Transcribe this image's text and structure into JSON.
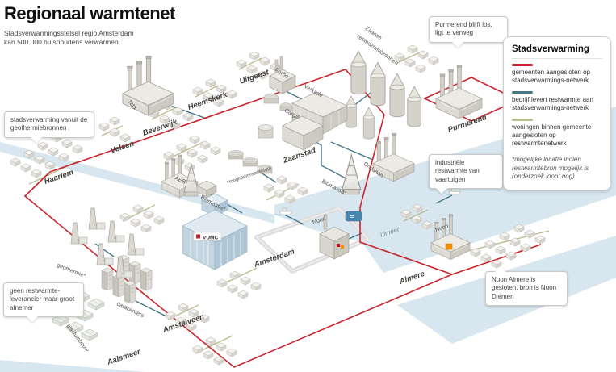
{
  "title": "Regionaal warmtenet",
  "subtitle": {
    "line1": "Stadsverwarmingsstelsel regio Amsterdam",
    "line2": "kan 500.000 huishoudens verwarmen."
  },
  "legend": {
    "title": "Stadsverwarming",
    "items": [
      {
        "label": "gemeenten aangesloten op stadsverwarmings-netwerk",
        "color": "#c9252c"
      },
      {
        "label": "bedrijf levert restwarmte aan stadsverwarmings-netwerk",
        "color": "#46798a"
      },
      {
        "label": "woningen binnen gemeente aangesloten op restwarmtenetwerk",
        "color": "#b9bd8f"
      }
    ],
    "note": "*mogelijke locatie indien restwarmtebron mogelijk is (onderzoek loopt nog)"
  },
  "callouts": {
    "purmerend": "Purmerend blijft los, ligt te verweg",
    "geothermie": "stadsverwarming vanuit de geothermiebronnen",
    "vaartuigen": "industriële restwarmte van vaartuigen",
    "afnemer": "geen restwarmte-leverancier maar groot afnemer",
    "nuon_almere": "Nuon Almere is gesloten, bron is Nuon Diemen"
  },
  "map": {
    "cities": {
      "haarlem": "Haarlem",
      "velsen": "Velsen",
      "beverwijk": "Beverwijk",
      "heemskerk": "Heemskerk",
      "uitgeest": "Uitgeest",
      "zaanstad": "Zaanstad",
      "amsterdam": "Amsterdam",
      "amstelveen": "Amstelveen",
      "aalsmeer": "Aalsmeer",
      "almere": "Almere",
      "purmerend": "Purmerend"
    },
    "labels": {
      "tata": "Tata",
      "forbo": "Forbo",
      "verkade": "Verkade",
      "cargill": "Cargill",
      "zaanse_line1": "Zaanse",
      "zaanse_line2": "restwarmtebronnen",
      "croklaan": "Croklaan",
      "biomassa_zaanstad": "Biomassa*",
      "biomassa_amsterdam": "Biomassa*",
      "hoogheemraadschap": "Hoogheemraadschap",
      "aeb": "AEB",
      "vumc": "VUMC",
      "nuon_diemen": "Nuon",
      "nuon_almere": "Nuon",
      "ijmeer": "IJmeer",
      "geothermie": "geothermie*",
      "datacenters": "datacenters",
      "glastuinbouw": "glastuinbouw"
    }
  },
  "icons": {
    "canal_badge": "≈"
  },
  "colors": {
    "network_red": "#c9252c",
    "network_teal": "#46798a",
    "network_olive": "#b9bd8f",
    "water": "#d7e6ef",
    "building": "#dedbd4",
    "nuon_orange": "#f39200"
  }
}
